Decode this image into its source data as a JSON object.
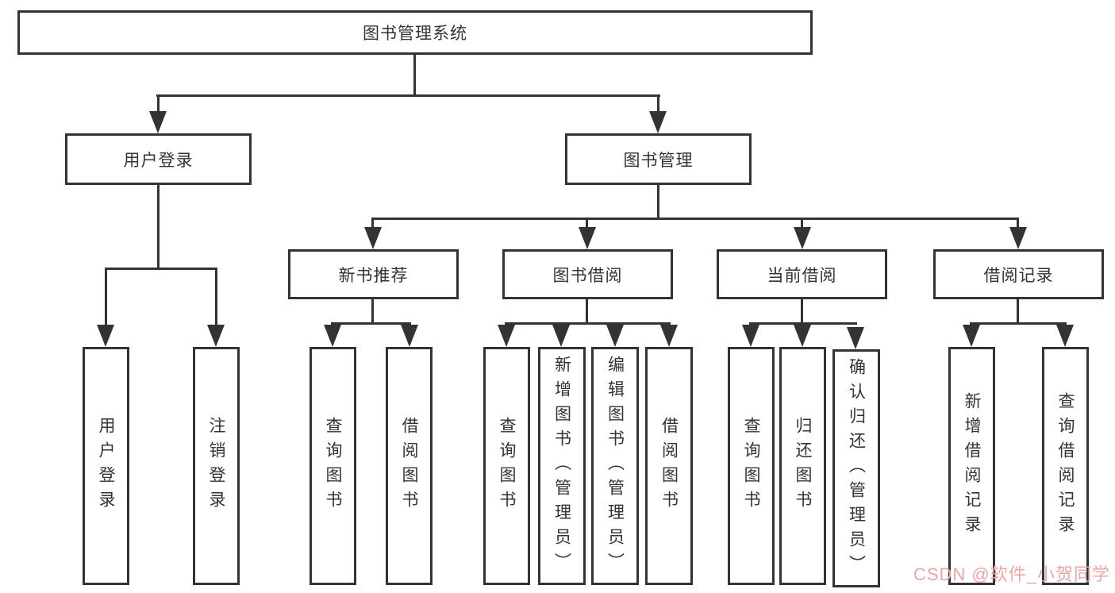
{
  "colors": {
    "background": "#ffffff",
    "line": "#333333",
    "text": "#333333"
  },
  "watermark": {
    "text": "CSDN @软件_小贺同学",
    "color": "#eba6a6"
  },
  "nodes": {
    "root": "图书管理系统",
    "login": "用户登录",
    "manage": "图书管理",
    "login_children": [
      "用户登录",
      "注销登录"
    ],
    "recommend": "新书推荐",
    "borrow": "图书借阅",
    "current": "当前借阅",
    "records": "借阅记录",
    "recommend_children": [
      "查询图书",
      "借阅图书"
    ],
    "borrow_children": [
      "查询图书",
      "新增图书（管理员）",
      "编辑图书（管理员）",
      "借阅图书"
    ],
    "current_children": [
      "查询图书",
      "归还图书",
      "确认归还（管理员）"
    ],
    "records_children": [
      "新增借阅记录",
      "查询借阅记录"
    ]
  }
}
